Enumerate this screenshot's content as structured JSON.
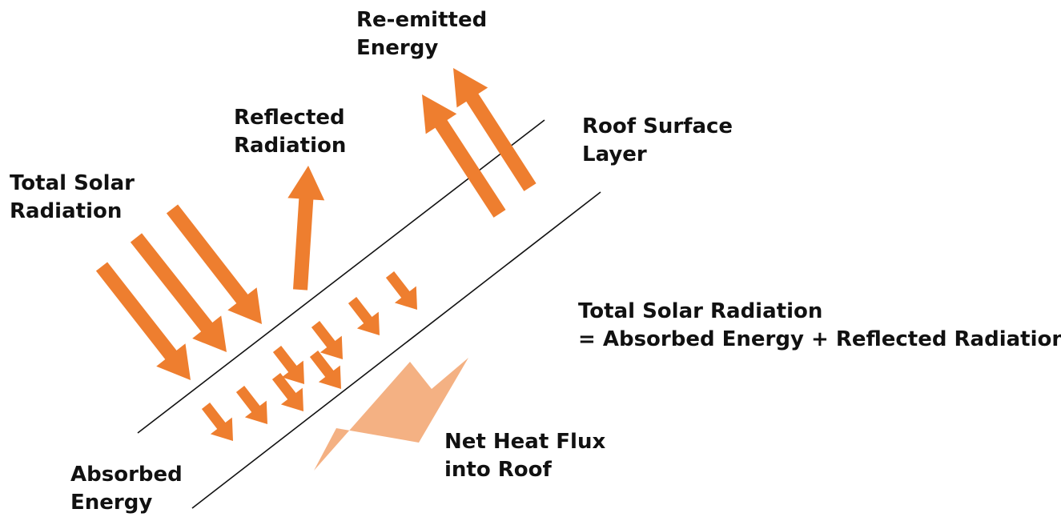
{
  "colors": {
    "arrow": "#ee7e2f",
    "heat_flux_arrow": "#f4b183",
    "line": "#111111",
    "text": "#111111"
  },
  "labels": {
    "total_solar_radiation": [
      "Total Solar",
      "Radiation"
    ],
    "reflected_radiation": [
      "Reflected",
      "Radiation"
    ],
    "re_emitted_energy": [
      "Re-emitted",
      "Energy"
    ],
    "roof_surface_layer": [
      "Roof Surface",
      "Layer"
    ],
    "absorbed_energy": [
      "Absorbed",
      "Energy"
    ],
    "net_heat_flux": [
      "Net Heat Flux",
      "into Roof"
    ],
    "equation": [
      "Total Solar Radiation",
      "= Absorbed Energy + Reflected Radiation"
    ]
  }
}
